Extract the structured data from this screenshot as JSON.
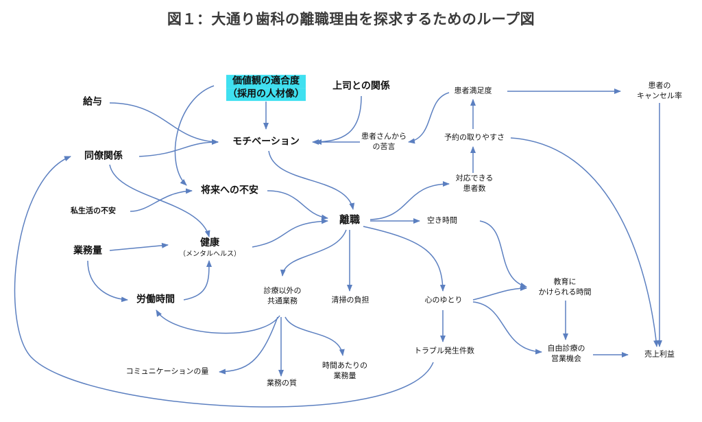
{
  "title": "図１：大通り歯科の離職理由を探求するためのループ図",
  "nodes": {
    "value_fit": [
      "価値観の適合度",
      "（採用の人材像）"
    ],
    "boss": [
      "上司との関係"
    ],
    "salary": [
      "給与"
    ],
    "motivation": [
      "モチベーション"
    ],
    "colleague": [
      "同僚関係"
    ],
    "future_anxiety": [
      "将来への不安"
    ],
    "private_anxiety": [
      "私生活の不安"
    ],
    "turnover": [
      "離職"
    ],
    "workload": [
      "業務量"
    ],
    "health": [
      "健康",
      "（メンタルヘルス）"
    ],
    "labor_hours": [
      "労働時間"
    ],
    "complaints": [
      "患者さんから",
      "の苦言"
    ],
    "satisfaction": [
      "患者満足度"
    ],
    "cancel_rate": [
      "患者の",
      "キャンセル率"
    ],
    "booking_ease": [
      "予約の取りやすさ"
    ],
    "patients_capacity": [
      "対応できる",
      "患者数"
    ],
    "free_time": [
      "空き時間"
    ],
    "shared_tasks": [
      "診療以外の",
      "共通業務"
    ],
    "cleaning": [
      "清掃の負担"
    ],
    "slack": [
      "心のゆとり"
    ],
    "education_time": [
      "教育に",
      "かけられる時間"
    ],
    "private_care": [
      "自由診療の",
      "営業機会"
    ],
    "profit": [
      "売上利益"
    ],
    "trouble": [
      "トラブル発生件数"
    ],
    "communication": [
      "コミュニケーションの量"
    ],
    "quality": [
      "業務の質"
    ],
    "task_per_hour": [
      "時間あたりの",
      "業務量"
    ]
  },
  "colors": {
    "arrow": "#5b7fc0",
    "highlight": "#3fe0f0",
    "title": "#3a3a3a"
  }
}
